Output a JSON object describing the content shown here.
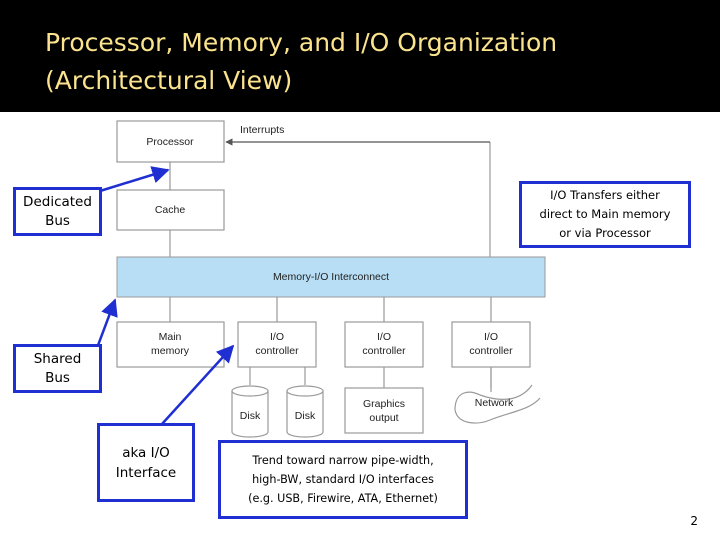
{
  "slide": {
    "title_line1": "Processor, Memory, and I/O Organization",
    "title_line2": "(Architectural View)",
    "page_number": "2"
  },
  "diagram": {
    "processor": "Processor",
    "interrupts": "Interrupts",
    "cache": "Cache",
    "interconnect": "Memory-I/O Interconnect",
    "main_memory_1": "Main",
    "main_memory_2": "memory",
    "io_controller_1": "I/O",
    "io_controller_2": "controller",
    "disk": "Disk",
    "graphics_1": "Graphics",
    "graphics_2": "output",
    "network": "Network"
  },
  "callouts": {
    "dedicated_bus_1": "Dedicated",
    "dedicated_bus_2": "Bus",
    "shared_bus_1": "Shared",
    "shared_bus_2": "Bus",
    "aka_io_1": "aka I/O",
    "aka_io_2": "Interface",
    "io_transfers_1": "I/O Transfers either",
    "io_transfers_2": "direct to Main memory",
    "io_transfers_3": "or via Processor",
    "trend_1": "Trend toward narrow pipe-width,",
    "trend_2": "high-BW, standard I/O interfaces",
    "trend_3": "(e.g. USB, Firewire, ATA, Ethernet)"
  },
  "colors": {
    "title": "#fbe48d",
    "callout_border": "#1f2fd1",
    "interconnect": "#b7def4",
    "arrow": "#1f2fd1"
  }
}
